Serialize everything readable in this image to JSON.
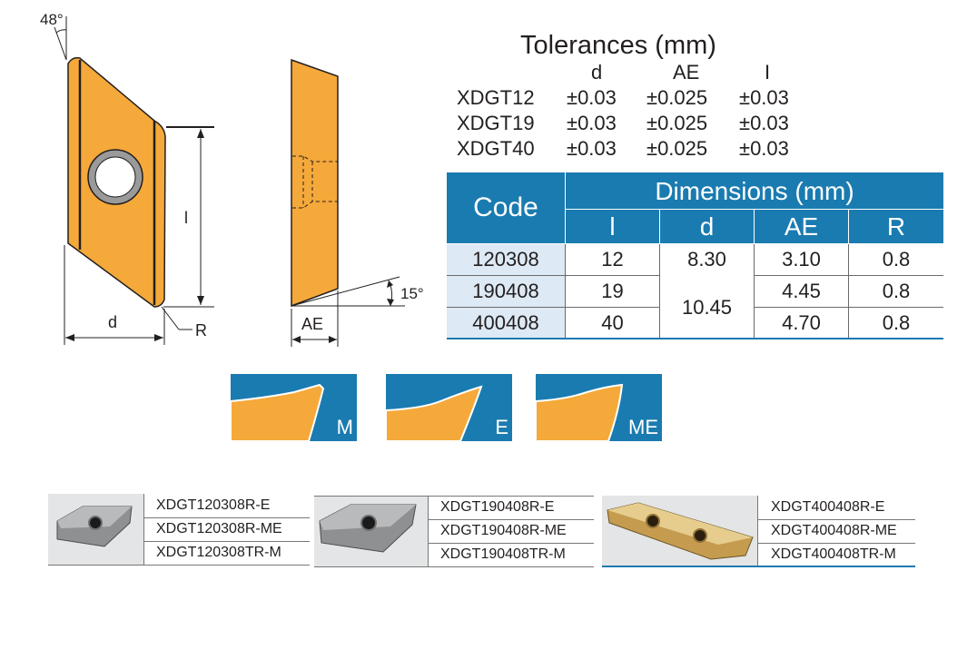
{
  "drawing": {
    "angle_top": "48°",
    "angle_side": "15°",
    "dim_l": "l",
    "dim_d": "d",
    "dim_r": "R",
    "dim_ae": "AE"
  },
  "tolerances": {
    "title": "Tolerances (mm)",
    "headers": [
      "d",
      "AE",
      "I"
    ],
    "rows": [
      {
        "model": "XDGT12",
        "d": "±0.03",
        "ae": "±0.025",
        "i": "±0.03"
      },
      {
        "model": "XDGT19",
        "d": "±0.03",
        "ae": "±0.025",
        "i": "±0.03"
      },
      {
        "model": "XDGT40",
        "d": "±0.03",
        "ae": "±0.025",
        "i": "±0.03"
      }
    ]
  },
  "dimensions_table": {
    "code_header": "Code",
    "group_header": "Dimensions (mm)",
    "sub_headers": [
      "l",
      "d",
      "AE",
      "R"
    ],
    "rows": [
      {
        "code": "120308",
        "l": "12",
        "d": "8.30",
        "ae": "3.10",
        "r": "0.8"
      },
      {
        "code": "190408",
        "l": "19",
        "d": "10.45",
        "ae": "4.45",
        "r": "0.8"
      },
      {
        "code": "400408",
        "l": "40",
        "d": "10.45",
        "ae": "4.70",
        "r": "0.8"
      }
    ],
    "header_color": "#1a7bb0",
    "code_bg_color": "#dde9f4"
  },
  "chip_breakers": [
    {
      "label": "M"
    },
    {
      "label": "E"
    },
    {
      "label": "ME"
    }
  ],
  "products": [
    {
      "image": "silver-insert",
      "codes": [
        "XDGT120308R-E",
        "XDGT120308R-ME",
        "XDGT120308TR-M"
      ]
    },
    {
      "image": "silver-insert",
      "codes": [
        "XDGT190408R-E",
        "XDGT190408R-ME",
        "XDGT190408TR-M"
      ]
    },
    {
      "image": "gold-insert",
      "codes": [
        "XDGT400408R-E",
        "XDGT400408R-ME",
        "XDGT400408TR-M"
      ]
    }
  ],
  "colors": {
    "insert_orange": "#f5a93a",
    "blue": "#1a7bb0"
  }
}
